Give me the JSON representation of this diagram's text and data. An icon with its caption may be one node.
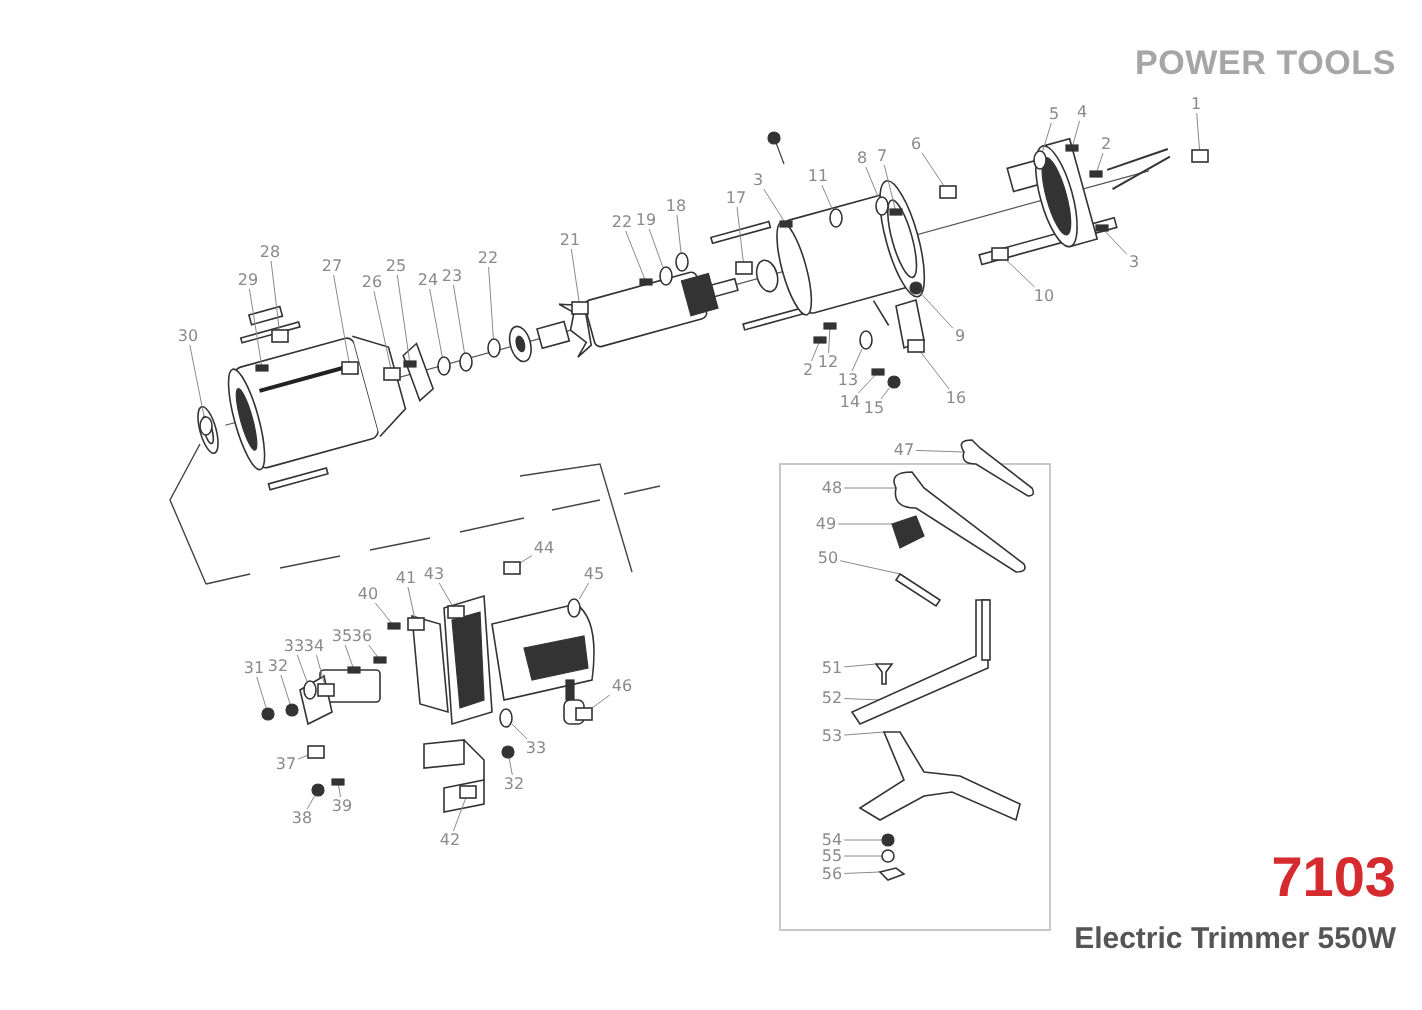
{
  "diagram": {
    "nodes": [
      {
        "text": [
          "1"
        ]
      },
      {
        "text": [
          "5"
        ]
      },
      {
        "text": [
          "4"
        ]
      },
      {
        "text": [
          "2"
        ]
      },
      {
        "text": [
          "3"
        ]
      },
      {
        "text": [
          "6"
        ]
      },
      {
        "text": [
          "8"
        ]
      },
      {
        "text": [
          "7"
        ]
      },
      {
        "text": [
          "11"
        ]
      },
      {
        "text": [
          "3"
        ]
      },
      {
        "text": [
          "17"
        ]
      },
      {
        "text": [
          "10"
        ]
      },
      {
        "text": [
          "9"
        ]
      },
      {
        "text": [
          "12"
        ]
      },
      {
        "text": [
          "2"
        ]
      },
      {
        "text": [
          "13"
        ]
      },
      {
        "text": [
          "14"
        ]
      },
      {
        "text": [
          "15"
        ]
      },
      {
        "text": [
          "16"
        ]
      },
      {
        "text": [
          "18"
        ]
      },
      {
        "text": [
          "19"
        ]
      },
      {
        "text": [
          "22"
        ]
      },
      {
        "text": [
          "21"
        ]
      },
      {
        "text": [
          "22"
        ]
      },
      {
        "text": [
          "23"
        ]
      },
      {
        "text": [
          "24"
        ]
      },
      {
        "text": [
          "25"
        ]
      },
      {
        "text": [
          "26"
        ]
      },
      {
        "text": [
          "27"
        ]
      },
      {
        "text": [
          "28"
        ]
      },
      {
        "text": [
          "29"
        ]
      },
      {
        "text": [
          "30"
        ]
      },
      {
        "text": [
          "44"
        ]
      },
      {
        "text": [
          "45"
        ]
      },
      {
        "text": [
          "43"
        ]
      },
      {
        "text": [
          "41"
        ]
      },
      {
        "text": [
          "40"
        ]
      },
      {
        "text": [
          "36"
        ]
      },
      {
        "text": [
          "35"
        ]
      },
      {
        "text": [
          "34"
        ]
      },
      {
        "text": [
          "33"
        ]
      },
      {
        "text": [
          "32"
        ]
      },
      {
        "text": [
          "31"
        ]
      },
      {
        "text": [
          "37"
        ]
      },
      {
        "text": [
          "38"
        ]
      },
      {
        "text": [
          "39"
        ]
      },
      {
        "text": [
          "33"
        ]
      },
      {
        "text": [
          "32"
        ]
      },
      {
        "text": [
          "46"
        ]
      },
      {
        "text": [
          "42"
        ]
      },
      {
        "text": [
          "47"
        ]
      },
      {
        "text": [
          "48"
        ]
      },
      {
        "text": [
          "49"
        ]
      },
      {
        "text": [
          "50"
        ]
      },
      {
        "text": [
          "51"
        ]
      },
      {
        "text": [
          "52"
        ]
      },
      {
        "text": [
          "53"
        ]
      },
      {
        "text": [
          "54"
        ]
      },
      {
        "text": [
          "55"
        ]
      },
      {
        "text": [
          "56"
        ]
      },
      {
        "text": [],
        "shape": "box"
      },
      {
        "text": [],
        "shape": "circle"
      },
      {
        "text": [],
        "shape": "box"
      },
      {
        "text": [],
        "shape": "box"
      },
      {
        "text": [],
        "shape": "box"
      },
      {
        "text": [],
        "shape": "box"
      },
      {
        "text": [],
        "shape": "circle"
      },
      {
        "text": [],
        "shape": "box"
      },
      {
        "text": [],
        "shape": "circle"
      },
      {
        "text": [],
        "shape": "box"
      },
      {
        "text": [],
        "shape": "box"
      },
      {
        "text": [],
        "shape": "box"
      },
      {
        "text": [],
        "shape": "circle"
      },
      {
        "text": [],
        "shape": "box"
      },
      {
        "text": [],
        "shape": "box"
      },
      {
        "text": [],
        "shape": "circle"
      },
      {
        "text": [],
        "shape": "box"
      },
      {
        "text": [],
        "shape": "circle"
      },
      {
        "text": [],
        "shape": "box"
      },
      {
        "text": [],
        "shape": "circle"
      },
      {
        "text": [],
        "shape": "circle"
      },
      {
        "text": [],
        "shape": "box"
      },
      {
        "text": [],
        "shape": "box"
      },
      {
        "text": [],
        "shape": "circle"
      },
      {
        "text": [],
        "shape": "circle"
      },
      {
        "text": [],
        "shape": "circle"
      },
      {
        "text": [],
        "shape": "box"
      },
      {
        "text": [],
        "shape": "box"
      },
      {
        "text": [],
        "shape": "box"
      },
      {
        "text": [],
        "shape": "box"
      },
      {
        "text": [],
        "shape": "box"
      },
      {
        "text": [],
        "shape": "circle"
      },
      {
        "text": [],
        "shape": "box"
      },
      {
        "text": [],
        "shape": "circle"
      },
      {
        "text": [],
        "shape": "box"
      },
      {
        "text": [],
        "shape": "box"
      },
      {
        "text": [],
        "shape": "box"
      },
      {
        "text": [],
        "shape": "box"
      },
      {
        "text": [],
        "shape": "box"
      },
      {
        "text": [],
        "shape": "box"
      },
      {
        "text": [],
        "shape": "circle"
      },
      {
        "text": [],
        "shape": "circle"
      },
      {
        "text": [],
        "shape": "circle"
      },
      {
        "text": [],
        "shape": "box"
      },
      {
        "text": [],
        "shape": "circle"
      },
      {
        "text": [],
        "shape": "box"
      },
      {
        "text": [],
        "shape": "circle"
      },
      {
        "text": [],
        "shape": "circle"
      },
      {
        "text": [],
        "shape": "box"
      },
      {
        "text": [],
        "shape": "box"
      },
      {
        "text": [],
        "shape": "picture"
      },
      {
        "text": [],
        "shape": "picture"
      },
      {
        "text": [],
        "shape": "picture"
      },
      {
        "text": [],
        "shape": "picture"
      },
      {
        "text": [],
        "shape": "picture"
      },
      {
        "text": [],
        "shape": "picture"
      },
      {
        "text": [],
        "shape": "picture"
      },
      {
        "text": [],
        "shape": "circle"
      },
      {
        "text": [],
        "shape": "circle"
      },
      {
        "text": [],
        "shape": "picture"
      }
    ],
    "edges": [
      {
        "from": 0,
        "to": 60,
        "arrow": "none"
      },
      {
        "from": 1,
        "to": 61,
        "arrow": "none"
      },
      {
        "from": 2,
        "to": 62,
        "arrow": "none"
      },
      {
        "from": 3,
        "to": 63,
        "arrow": "none"
      },
      {
        "from": 4,
        "to": 64,
        "arrow": "none"
      },
      {
        "from": 5,
        "to": 65,
        "arrow": "none"
      },
      {
        "from": 6,
        "to": 66,
        "arrow": "none"
      },
      {
        "from": 7,
        "to": 67,
        "arrow": "none"
      },
      {
        "from": 8,
        "to": 68,
        "arrow": "none"
      },
      {
        "from": 9,
        "to": 69,
        "arrow": "none"
      },
      {
        "from": 10,
        "to": 70,
        "arrow": "none"
      },
      {
        "from": 11,
        "to": 71,
        "arrow": "none"
      },
      {
        "from": 12,
        "to": 72,
        "arrow": "none"
      },
      {
        "from": 13,
        "to": 73,
        "arrow": "none"
      },
      {
        "from": 14,
        "to": 74,
        "arrow": "none"
      },
      {
        "from": 15,
        "to": 75,
        "arrow": "none"
      },
      {
        "from": 16,
        "to": 76,
        "arrow": "none"
      },
      {
        "from": 17,
        "to": 77,
        "arrow": "none"
      },
      {
        "from": 18,
        "to": 78,
        "arrow": "none"
      },
      {
        "from": 19,
        "to": 79,
        "arrow": "none"
      },
      {
        "from": 20,
        "to": 80,
        "arrow": "none"
      },
      {
        "from": 21,
        "to": 81,
        "arrow": "none"
      },
      {
        "from": 22,
        "to": 82,
        "arrow": "none"
      },
      {
        "from": 23,
        "to": 83,
        "arrow": "none"
      },
      {
        "from": 24,
        "to": 84,
        "arrow": "none"
      },
      {
        "from": 25,
        "to": 85,
        "arrow": "none"
      },
      {
        "from": 26,
        "to": 86,
        "arrow": "none"
      },
      {
        "from": 27,
        "to": 87,
        "arrow": "none"
      },
      {
        "from": 28,
        "to": 88,
        "arrow": "none"
      },
      {
        "from": 29,
        "to": 89,
        "arrow": "none"
      },
      {
        "from": 30,
        "to": 90,
        "arrow": "none"
      },
      {
        "from": 31,
        "to": 91,
        "arrow": "none"
      },
      {
        "from": 32,
        "to": 92,
        "arrow": "none"
      },
      {
        "from": 33,
        "to": 93,
        "arrow": "none"
      },
      {
        "from": 34,
        "to": 94,
        "arrow": "none"
      },
      {
        "from": 35,
        "to": 95,
        "arrow": "none"
      },
      {
        "from": 36,
        "to": 96,
        "arrow": "none"
      },
      {
        "from": 37,
        "to": 97,
        "arrow": "none"
      },
      {
        "from": 38,
        "to": 98,
        "arrow": "none"
      },
      {
        "from": 39,
        "to": 99,
        "arrow": "none"
      },
      {
        "from": 40,
        "to": 100,
        "arrow": "none"
      },
      {
        "from": 41,
        "to": 101,
        "arrow": "none"
      },
      {
        "from": 42,
        "to": 102,
        "arrow": "none"
      },
      {
        "from": 43,
        "to": 103,
        "arrow": "none"
      },
      {
        "from": 44,
        "to": 104,
        "arrow": "none"
      },
      {
        "from": 45,
        "to": 105,
        "arrow": "none"
      },
      {
        "from": 46,
        "to": 106,
        "arrow": "none"
      },
      {
        "from": 47,
        "to": 107,
        "arrow": "none"
      },
      {
        "from": 48,
        "to": 108,
        "arrow": "none"
      },
      {
        "from": 49,
        "to": 109,
        "arrow": "none"
      },
      {
        "from": 50,
        "to": 110,
        "arrow": "none"
      },
      {
        "from": 51,
        "to": 111,
        "arrow": "none"
      },
      {
        "from": 52,
        "to": 112,
        "arrow": "none"
      },
      {
        "from": 53,
        "to": 113,
        "arrow": "none"
      },
      {
        "from": 54,
        "to": 114,
        "arrow": "none"
      },
      {
        "from": 55,
        "to": 115,
        "arrow": "none"
      },
      {
        "from": 56,
        "to": 116,
        "arrow": "none"
      },
      {
        "from": 57,
        "to": 117,
        "arrow": "none"
      },
      {
        "from": 58,
        "to": 118,
        "arrow": "none"
      },
      {
        "from": 59,
        "to": 119,
        "arrow": "none"
      }
    ],
    "labels": [
      "POWER TOOLS",
      "7103",
      "Electric Trimmer 550W"
    ]
  }
}
